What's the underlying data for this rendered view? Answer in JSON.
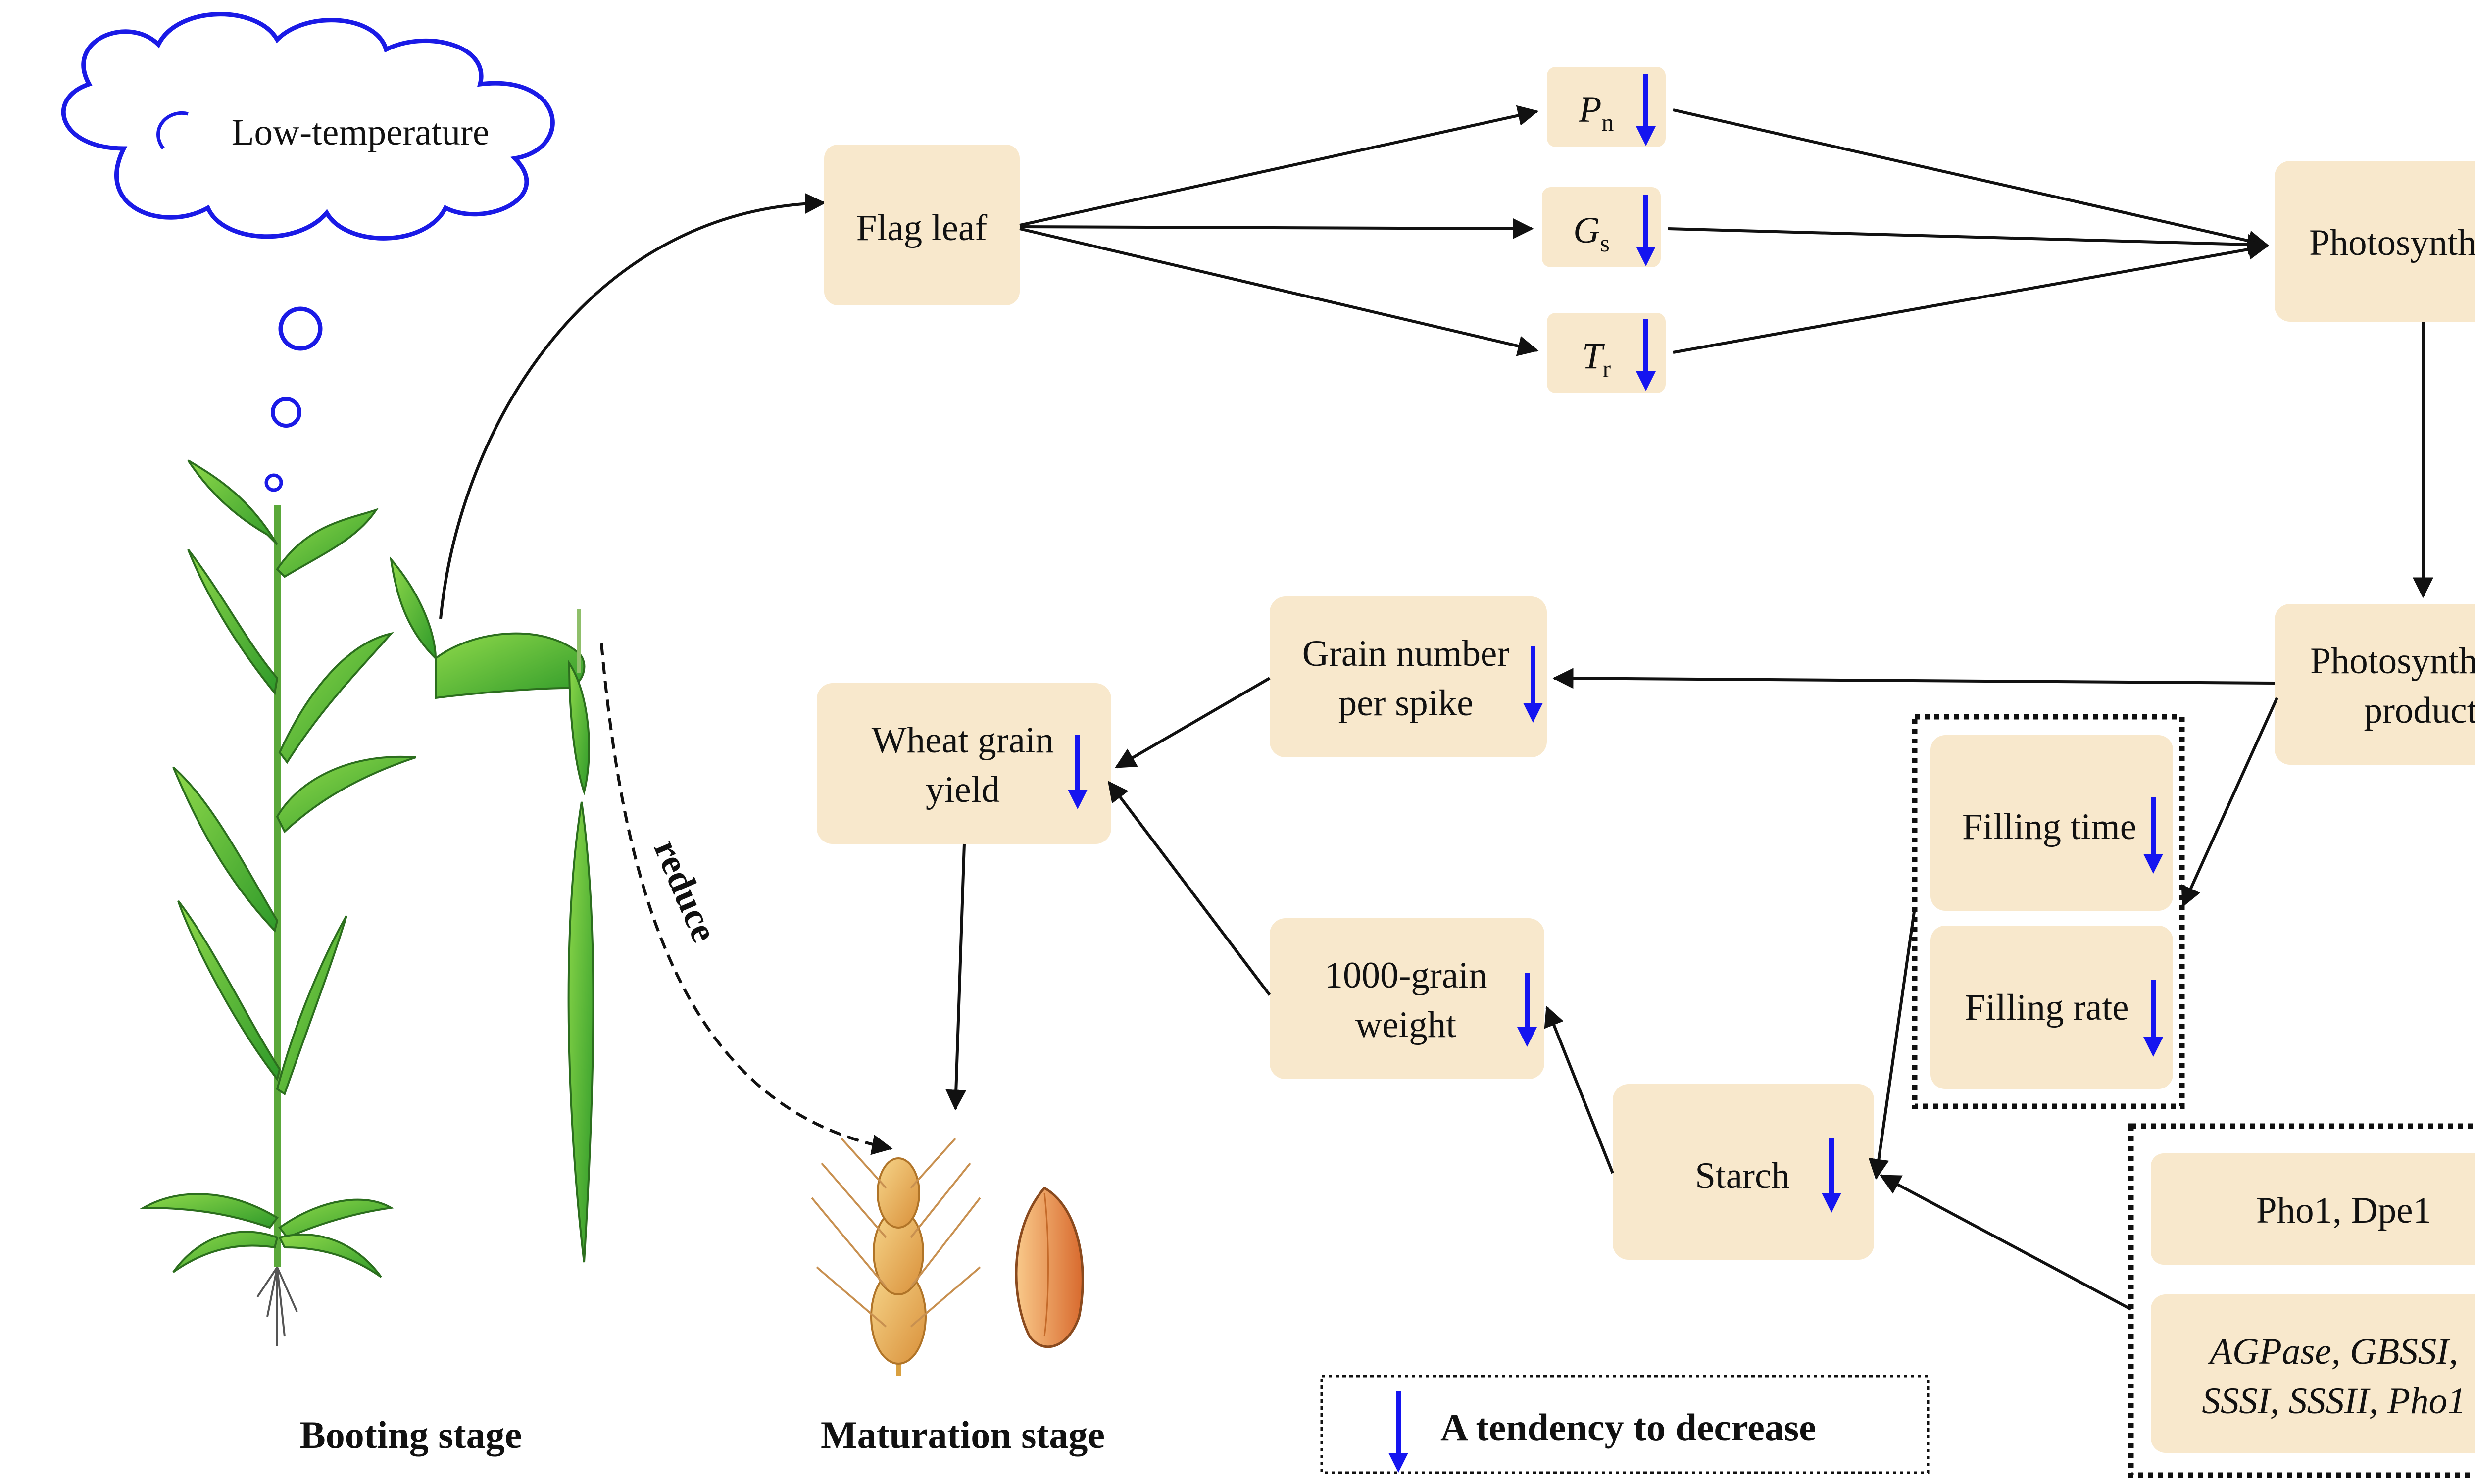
{
  "cloud": {
    "label": "Low-temperature"
  },
  "stages": {
    "booting": "Booting stage",
    "maturation": "Maturation stage"
  },
  "reduce_label": "reduce",
  "nodes": {
    "flag_leaf": "Flag leaf",
    "pn": {
      "symbol": "P",
      "sub": "n"
    },
    "gs": {
      "symbol": "G",
      "sub": "s"
    },
    "tr": {
      "symbol": "T",
      "sub": "r"
    },
    "photosynthesis": "Photosynthesis",
    "photosynthetic_product": [
      "Photosynthetic",
      "product"
    ],
    "grain_number": [
      "Grain number",
      "per spike"
    ],
    "wheat_yield": [
      "Wheat grain",
      "yield"
    ],
    "filling_time": "Filling time",
    "filling_rate": "Filling rate",
    "grain_weight": [
      "1000-grain",
      "weight"
    ],
    "starch": "Starch",
    "pho1_dpe1": "Pho1, Dpe1",
    "genes": [
      "AGPase, GBSSI,",
      "SSSI, SSSII, Pho1"
    ]
  },
  "legend": {
    "label": "A tendency to decrease"
  },
  "colors": {
    "box": "#f8e8cc",
    "arrow_decrease": "#1515f0",
    "cloud": "#1a1ae6",
    "leaf": "#4caf30"
  }
}
